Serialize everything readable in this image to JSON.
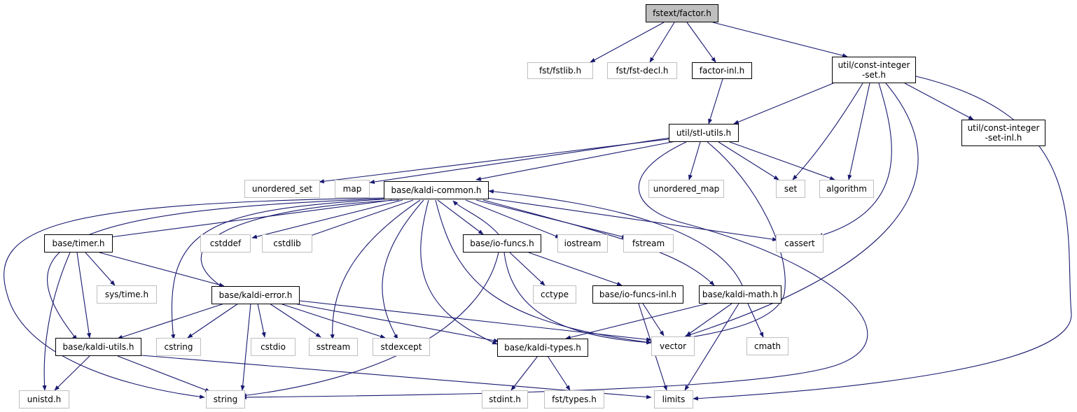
{
  "colors": {
    "edge": "#191970",
    "root_fill": "#bfbfbf",
    "external_border": "#bfbfbf",
    "local_border": "#000000"
  },
  "nodes": {
    "factor_h": "fstext/factor.h",
    "fstlib": "fst/fstlib.h",
    "fst_decl": "fst/fst-decl.h",
    "factor_inl": "factor-inl.h",
    "const_int_set": "util/const-integer\n-set.h",
    "stl_utils": "util/stl-utils.h",
    "const_int_set_inl": "util/const-integer\n-set-inl.h",
    "unordered_set": "unordered_set",
    "map": "map",
    "kaldi_common": "base/kaldi-common.h",
    "unordered_map": "unordered_map",
    "set": "set",
    "algorithm": "algorithm",
    "timer": "base/timer.h",
    "cstddef": "cstddef",
    "cstdlib": "cstdlib",
    "io_funcs": "base/io-funcs.h",
    "iostream": "iostream",
    "fstream": "fstream",
    "cassert": "cassert",
    "sys_time": "sys/time.h",
    "kaldi_error": "base/kaldi-error.h",
    "cctype": "cctype",
    "io_funcs_inl": "base/io-funcs-inl.h",
    "kaldi_math": "base/kaldi-math.h",
    "kaldi_utils": "base/kaldi-utils.h",
    "cstring": "cstring",
    "cstdio": "cstdio",
    "sstream": "sstream",
    "stdexcept": "stdexcept",
    "kaldi_types": "base/kaldi-types.h",
    "vector": "vector",
    "cmath": "cmath",
    "unistd": "unistd.h",
    "string": "string",
    "stdint": "stdint.h",
    "fst_types": "fst/types.h",
    "limits": "limits"
  }
}
